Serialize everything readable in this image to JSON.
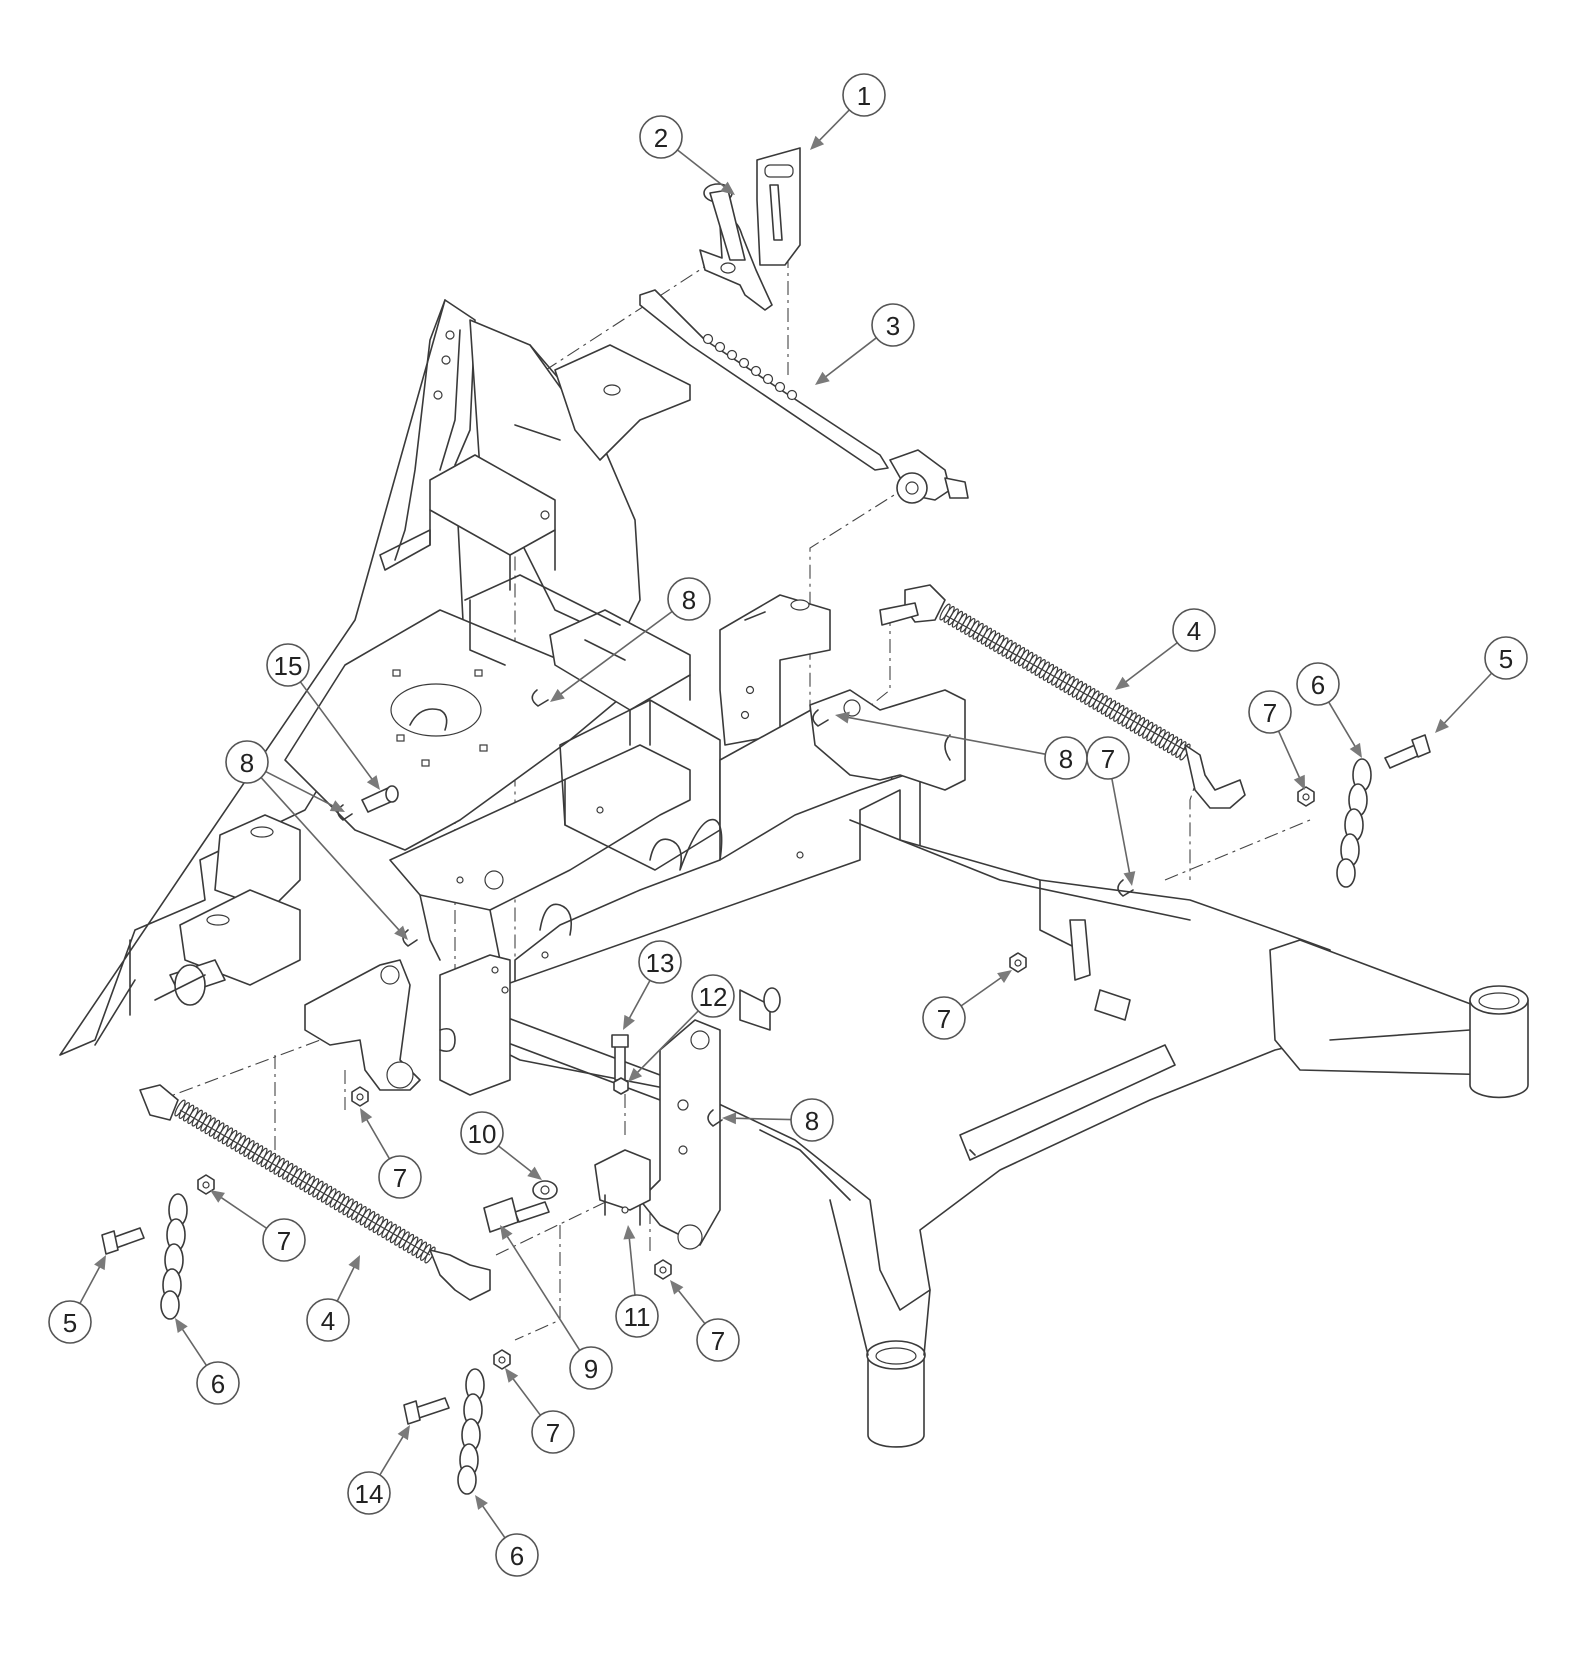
{
  "diagram": {
    "colors": {
      "line": "#3a3a3a",
      "callout": "#555555",
      "arrow": "#7a7a7a"
    },
    "callouts": [
      {
        "id": "c1",
        "label": "1"
      },
      {
        "id": "c2",
        "label": "2"
      },
      {
        "id": "c3",
        "label": "3"
      },
      {
        "id": "c4a",
        "label": "4"
      },
      {
        "id": "c5a",
        "label": "5"
      },
      {
        "id": "c6a",
        "label": "6"
      },
      {
        "id": "c7a",
        "label": "7"
      },
      {
        "id": "c8a",
        "label": "8"
      },
      {
        "id": "c8b",
        "label": "8"
      },
      {
        "id": "c15",
        "label": "15"
      },
      {
        "id": "c8c",
        "label": "8"
      },
      {
        "id": "c7b",
        "label": "7"
      },
      {
        "id": "c13",
        "label": "13"
      },
      {
        "id": "c12",
        "label": "12"
      },
      {
        "id": "c8d",
        "label": "8"
      },
      {
        "id": "c7c",
        "label": "7"
      },
      {
        "id": "c10",
        "label": "10"
      },
      {
        "id": "c7d",
        "label": "7"
      },
      {
        "id": "c7e",
        "label": "7"
      },
      {
        "id": "c4b",
        "label": "4"
      },
      {
        "id": "c5b",
        "label": "5"
      },
      {
        "id": "c6b",
        "label": "6"
      },
      {
        "id": "c9",
        "label": "9"
      },
      {
        "id": "c11",
        "label": "11"
      },
      {
        "id": "c7f",
        "label": "7"
      },
      {
        "id": "c7g",
        "label": "7"
      },
      {
        "id": "c14",
        "label": "14"
      },
      {
        "id": "c6c",
        "label": "6"
      }
    ]
  }
}
